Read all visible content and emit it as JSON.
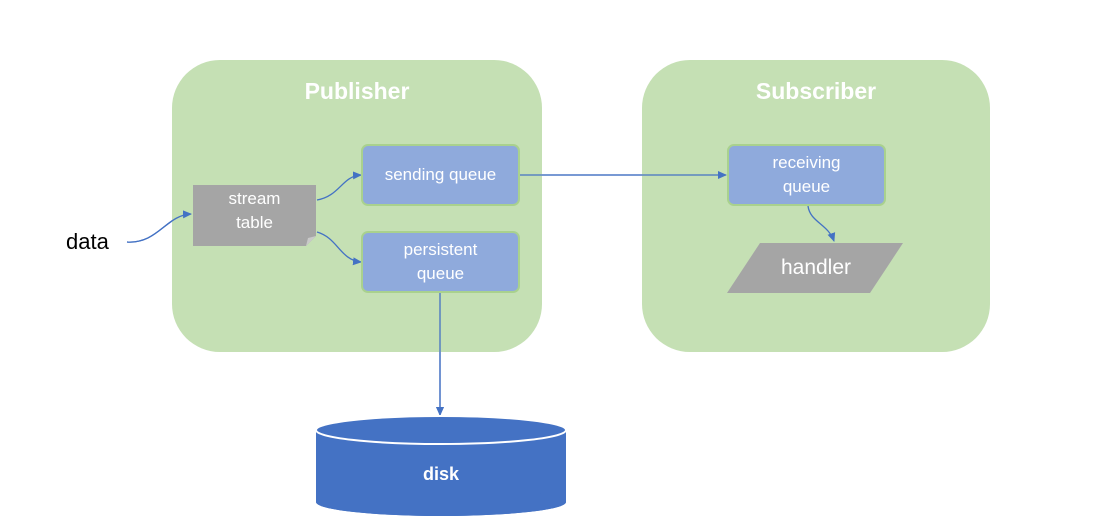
{
  "colors": {
    "panel": "#c5e0b4",
    "queue_fill": "#8faadc",
    "queue_border": "#a9d18e",
    "doc_fill": "#a5a5a5",
    "disk_fill": "#4472c4",
    "arrow": "#4472c4"
  },
  "input": {
    "label": "data"
  },
  "publisher": {
    "title": "Publisher",
    "stream_table": "stream\ntable",
    "sending_queue": "sending queue",
    "persistent_queue": "persistent\nqueue"
  },
  "subscriber": {
    "title": "Subscriber",
    "receiving_queue": "receiving\nqueue",
    "handler": "handler"
  },
  "storage": {
    "disk": "disk"
  }
}
